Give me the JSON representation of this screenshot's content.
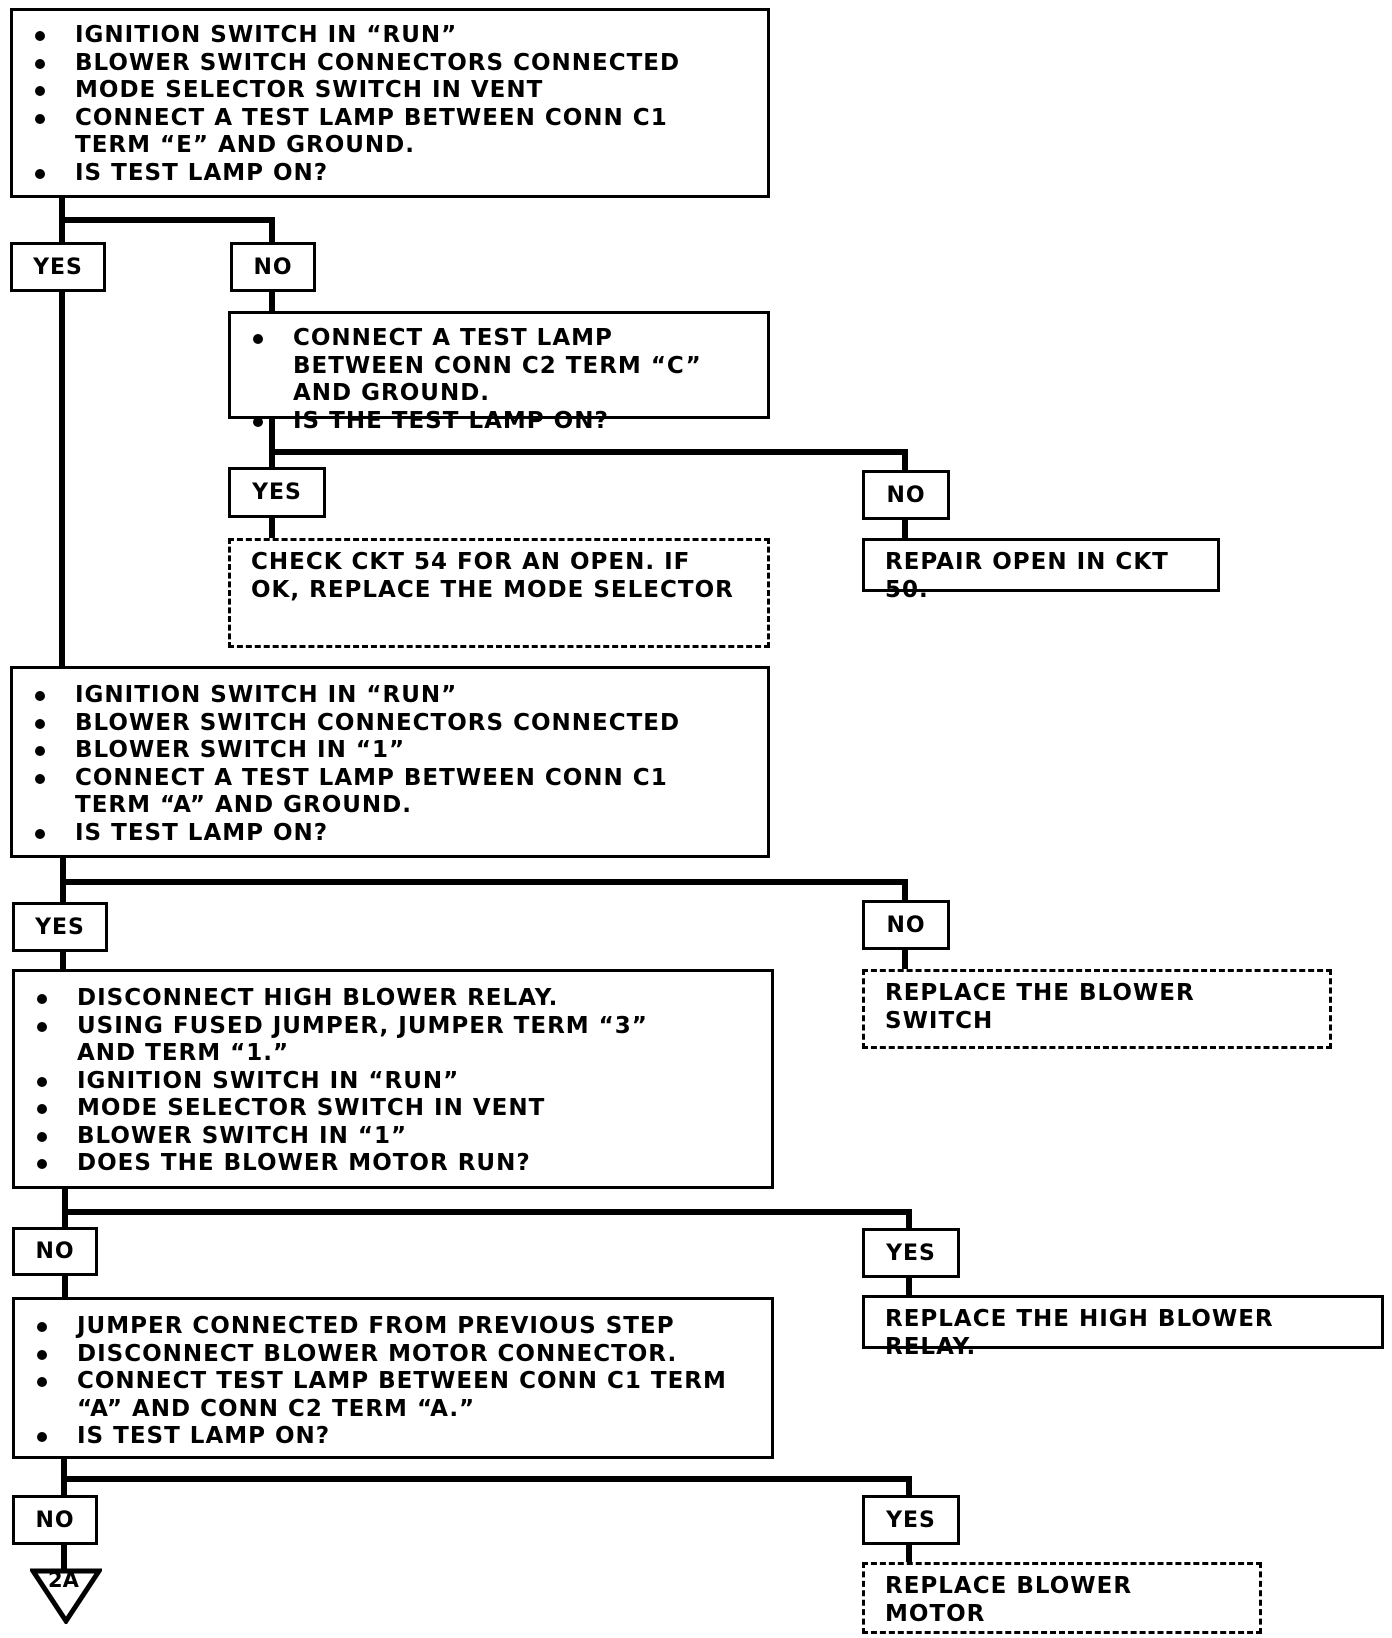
{
  "steps": {
    "step1": {
      "items": [
        "IGNITION SWITCH IN “RUN”",
        "BLOWER SWITCH CONNECTORS CONNECTED",
        "MODE SELECTOR SWITCH IN VENT",
        "CONNECT A TEST LAMP BETWEEN CONN C1 TERM “E” AND GROUND.",
        "IS TEST LAMP ON?"
      ]
    },
    "step1_no": {
      "items": [
        "CONNECT A TEST LAMP BETWEEN CONN C2 TERM “C” AND GROUND.",
        "IS THE TEST LAMP ON?"
      ]
    },
    "step1_no_yes_result": "CHECK CKT 54 FOR AN OPEN.  IF OK, REPLACE THE MODE SELECTOR",
    "step1_no_no_result": "REPAIR OPEN IN CKT 50.",
    "step2": {
      "items": [
        "IGNITION SWITCH IN “RUN”",
        "BLOWER SWITCH CONNECTORS CONNECTED",
        "BLOWER SWITCH IN “1”",
        "CONNECT A TEST LAMP BETWEEN CONN C1 TERM “A” AND GROUND.",
        "IS TEST LAMP ON?"
      ]
    },
    "step2_no_result": "REPLACE THE BLOWER SWITCH",
    "step3": {
      "items": [
        "DISCONNECT HIGH BLOWER RELAY.",
        "USING FUSED JUMPER, JUMPER TERM “3” AND TERM “1.”",
        "IGNITION SWITCH IN “RUN”",
        "MODE SELECTOR SWITCH IN VENT",
        "BLOWER SWITCH IN “1”",
        "DOES THE BLOWER MOTOR RUN?"
      ]
    },
    "step3_yes_result": "REPLACE THE HIGH BLOWER RELAY.",
    "step4": {
      "items": [
        "JUMPER CONNECTED FROM PREVIOUS STEP",
        "DISCONNECT BLOWER MOTOR CONNECTOR.",
        "CONNECT TEST LAMP BETWEEN CONN C1 TERM “A” AND CONN C2 TERM “A.”",
        "IS TEST LAMP ON?"
      ]
    },
    "step4_yes_result": "REPLACE BLOWER MOTOR"
  },
  "labels": {
    "yes": "YES",
    "no": "NO"
  },
  "connector": "2A"
}
